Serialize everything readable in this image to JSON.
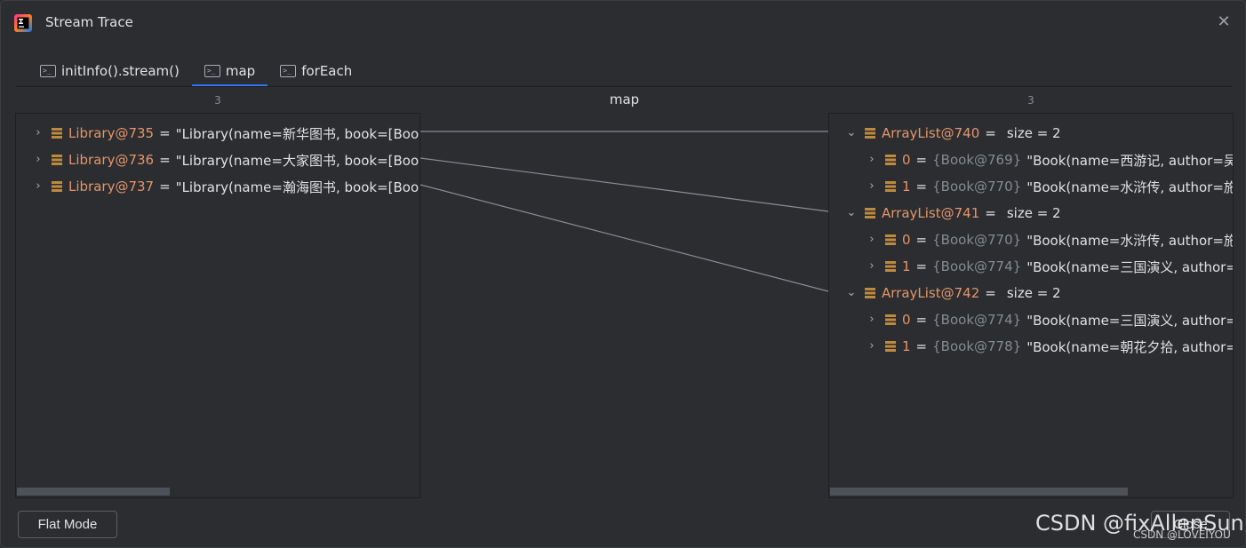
{
  "window": {
    "title": "Stream Trace",
    "close_icon": "close-icon"
  },
  "tabs": [
    {
      "label": "initInfo().stream()",
      "icon": "console-icon",
      "active": false
    },
    {
      "label": "map",
      "icon": "console-icon",
      "active": true
    },
    {
      "label": "forEach",
      "icon": "console-icon",
      "active": false
    }
  ],
  "left": {
    "count": "3",
    "rows": [
      {
        "name": "Library@735",
        "eq": "=",
        "value": "\"Library(name=新华图书, book=[Boo"
      },
      {
        "name": "Library@736",
        "eq": "=",
        "value": "\"Library(name=大家图书, book=[Boo"
      },
      {
        "name": "Library@737",
        "eq": "=",
        "value": "\"Library(name=瀚海图书, book=[Boo"
      }
    ]
  },
  "center": {
    "title": "map"
  },
  "right": {
    "count": "3",
    "groups": [
      {
        "name": "ArrayList@740",
        "eq": "=",
        "size": "size = 2",
        "children": [
          {
            "index": "0",
            "eq": "=",
            "ref": "{Book@769}",
            "value": "\"Book(name=西游记, author=吴"
          },
          {
            "index": "1",
            "eq": "=",
            "ref": "{Book@770}",
            "value": "\"Book(name=水浒传, author=施"
          }
        ]
      },
      {
        "name": "ArrayList@741",
        "eq": "=",
        "size": "size = 2",
        "children": [
          {
            "index": "0",
            "eq": "=",
            "ref": "{Book@770}",
            "value": "\"Book(name=水浒传, author=施"
          },
          {
            "index": "1",
            "eq": "=",
            "ref": "{Book@774}",
            "value": "\"Book(name=三国演义, author="
          }
        ]
      },
      {
        "name": "ArrayList@742",
        "eq": "=",
        "size": "size = 2",
        "children": [
          {
            "index": "0",
            "eq": "=",
            "ref": "{Book@774}",
            "value": "\"Book(name=三国演义, author="
          },
          {
            "index": "1",
            "eq": "=",
            "ref": "{Book@778}",
            "value": "\"Book(name=朝花夕拾, author="
          }
        ]
      }
    ]
  },
  "buttons": {
    "flat_mode": "Flat Mode",
    "close": "Close"
  },
  "watermark": {
    "main": "CSDN @fixAllenSun",
    "sub": "CSDN @LOVEIYOU"
  }
}
